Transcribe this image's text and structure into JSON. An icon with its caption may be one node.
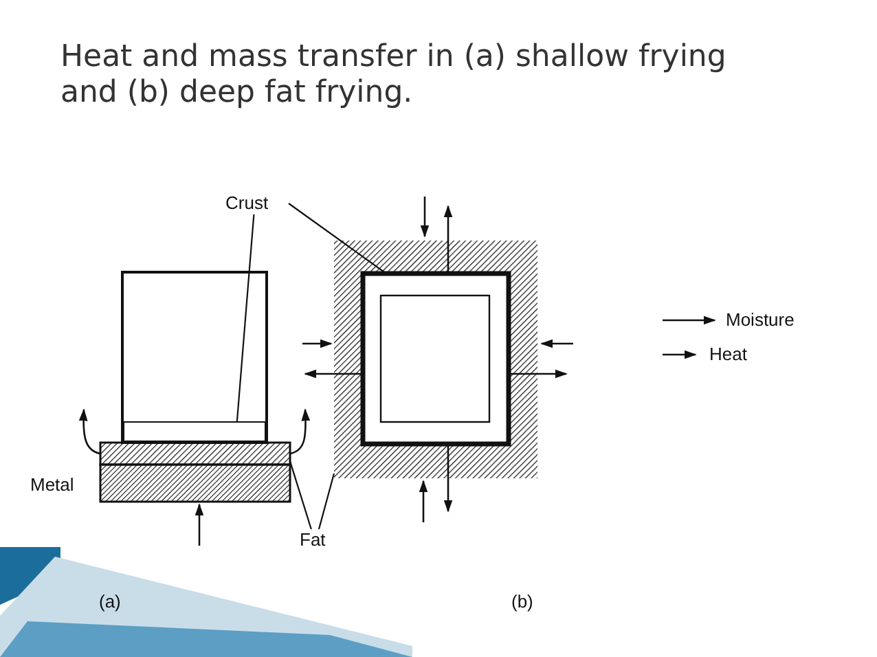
{
  "diagram": {
    "title": "Heat and mass transfer in (a) shallow frying and (b) deep fat frying.",
    "nodes": [
      {
        "text": [
          "Crust"
        ]
      },
      {
        "text": [],
        "shape": "box"
      },
      {
        "text": [],
        "shape": "box"
      },
      {
        "text": [],
        "shape": "box",
        "in": 2
      },
      {
        "text": [
          "Fat"
        ]
      },
      {
        "text": [],
        "shape": "box"
      }
    ],
    "edges": [
      {
        "from": 0,
        "to": 1,
        "arrow": "none"
      },
      {
        "from": 0,
        "to": 3,
        "arrow": "none"
      },
      {
        "from": 4,
        "to": 5,
        "arrow": "none"
      },
      {
        "from": 4,
        "to": 2,
        "arrow": "none"
      }
    ],
    "labels": [
      "Metal",
      "(a)",
      "(b)"
    ],
    "legend": [
      {
        "text": "Moisture"
      },
      {
        "text": "Heat"
      }
    ]
  }
}
